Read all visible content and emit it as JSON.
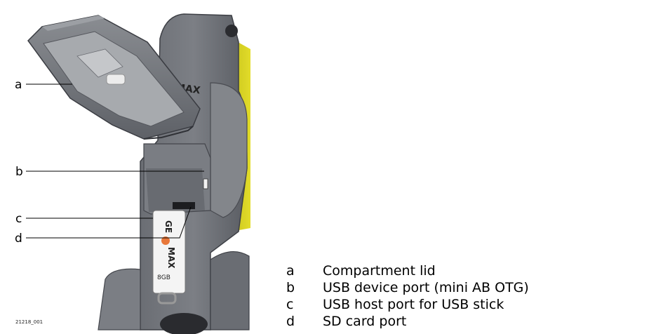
{
  "figure": {
    "id": "21218_001",
    "brand_text": "MAX",
    "stick_brand_top": "GE",
    "stick_brand_bottom": "MAX",
    "stick_capacity": "8GB",
    "colors": {
      "body_dark": "#5f6268",
      "body_mid": "#74777d",
      "body_light": "#9a9da2",
      "accent_yellow": "#d9d421",
      "brand_orange": "#e8773a"
    }
  },
  "callouts": [
    {
      "letter": "a",
      "description": "Compartment lid"
    },
    {
      "letter": "b",
      "description": "USB device port (mini AB OTG)"
    },
    {
      "letter": "c",
      "description": "USB host port for USB stick"
    },
    {
      "letter": "d",
      "description": "SD card port"
    }
  ]
}
